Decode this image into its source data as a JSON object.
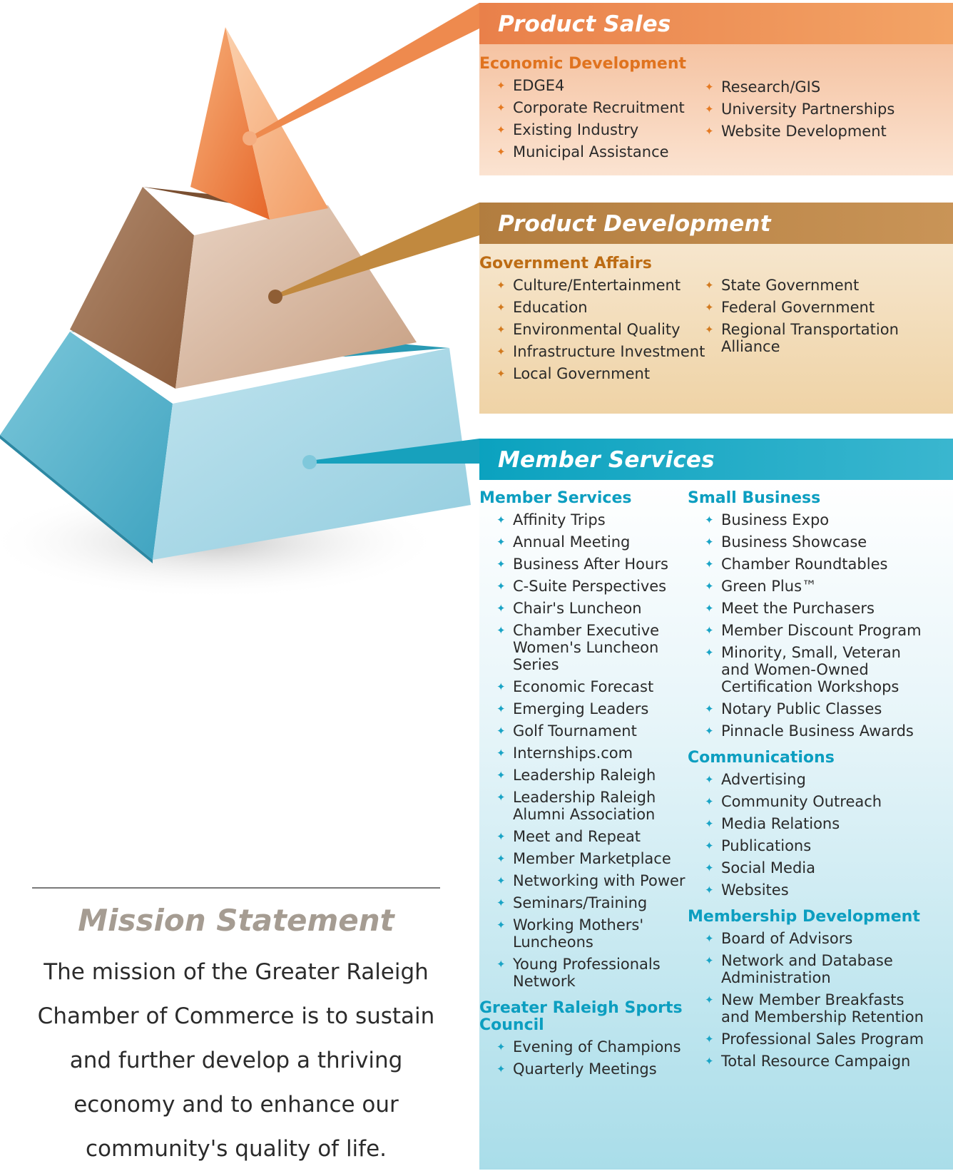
{
  "panels": {
    "sales": {
      "title": "Product Sales",
      "groups": [
        {
          "title": "Economic Development",
          "items": [
            "EDGE4",
            "Corporate Recruitment",
            "Existing Industry",
            "Municipal Assistance"
          ]
        },
        {
          "title": "",
          "items": [
            "Research/GIS",
            "University Partnerships",
            "Website Development"
          ]
        }
      ]
    },
    "development": {
      "title": "Product Development",
      "groups": [
        {
          "title": "Government Affairs",
          "items": [
            "Culture/Entertainment",
            "Education",
            "Environmental Quality",
            "Infrastructure Investment",
            "Local Government"
          ]
        },
        {
          "title": "",
          "items": [
            "State Government",
            "Federal Government",
            "Regional Transportation Alliance"
          ]
        }
      ]
    },
    "member": {
      "title": "Member Services",
      "left_groups": [
        {
          "title": "Member Services",
          "items": [
            "Affinity Trips",
            "Annual Meeting",
            "Business After Hours",
            "C-Suite Perspectives",
            "Chair's Luncheon",
            "Chamber Executive Women's Luncheon Series",
            "Economic Forecast",
            "Emerging Leaders",
            "Golf Tournament",
            "Internships.com",
            "Leadership Raleigh",
            "Leadership Raleigh Alumni Association",
            "Meet and Repeat",
            "Member Marketplace",
            "Networking with Power",
            "Seminars/Training",
            "Working Mothers' Luncheons",
            "Young Professionals Network"
          ]
        },
        {
          "title": "Greater Raleigh Sports Council",
          "items": [
            "Evening of Champions",
            "Quarterly Meetings"
          ]
        }
      ],
      "right_groups": [
        {
          "title": "Small Business",
          "items": [
            "Business Expo",
            "Business Showcase",
            "Chamber Roundtables",
            "Green Plus™",
            "Meet the Purchasers",
            "Member Discount Program",
            "Minority, Small, Veteran and Women-Owned Certification Workshops",
            "Notary Public Classes",
            "Pinnacle Business Awards"
          ]
        },
        {
          "title": "Communications",
          "items": [
            "Advertising",
            "Community Outreach",
            "Media Relations",
            "Publications",
            "Social Media",
            "Websites"
          ]
        },
        {
          "title": "Membership Development",
          "items": [
            "Board of Advisors",
            "Network and Database Administration",
            "New Member Breakfasts and Membership Retention",
            "Professional Sales Program",
            "Total Resource Campaign"
          ]
        }
      ]
    }
  },
  "mission": {
    "title": "Mission Statement",
    "text": "The mission of the Greater Raleigh Chamber of Commerce is to sustain and further develop a thriving economy and to enhance our community's quality of life."
  },
  "colors": {
    "sales": "#e9804a",
    "development": "#b27d3f",
    "member": "#0ba2bf"
  }
}
